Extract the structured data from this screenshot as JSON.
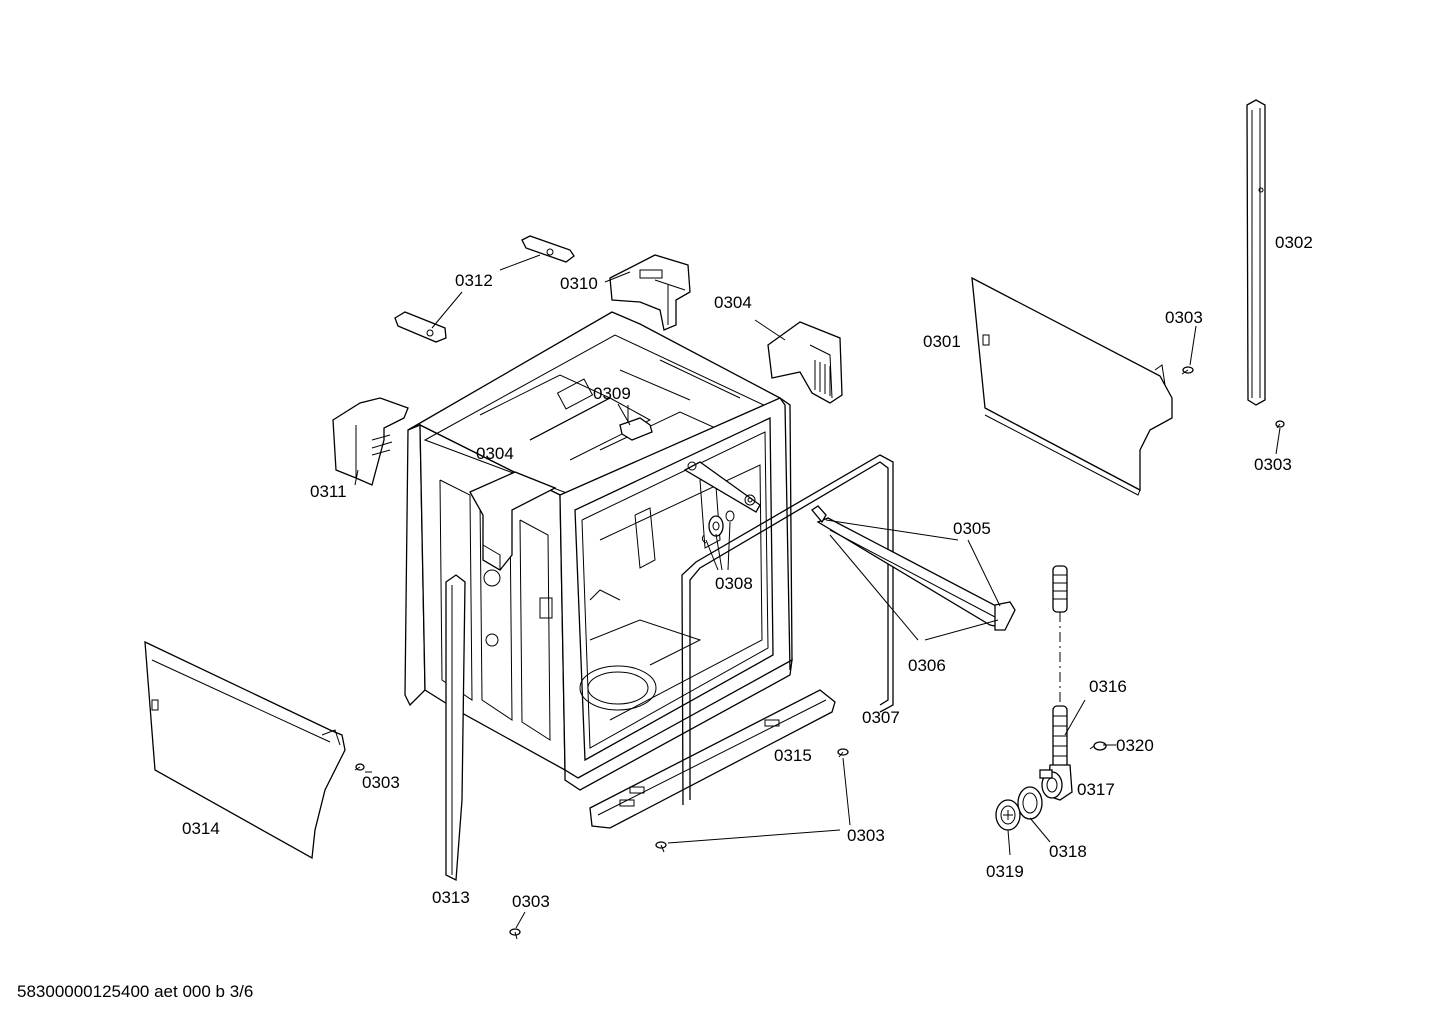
{
  "diagram": {
    "footer_text": "58300000125400 aet 000 b 3/6",
    "labels": {
      "p0301": "0301",
      "p0302": "0302",
      "p0303": "0303",
      "p0304": "0304",
      "p0305": "0305",
      "p0306": "0306",
      "p0307": "0307",
      "p0308": "0308",
      "p0309": "0309",
      "p0310": "0310",
      "p0311": "0311",
      "p0312": "0312",
      "p0313": "0313",
      "p0314": "0314",
      "p0315": "0315",
      "p0316": "0316",
      "p0317": "0317",
      "p0318": "0318",
      "p0319": "0319",
      "p0320": "0320"
    }
  }
}
